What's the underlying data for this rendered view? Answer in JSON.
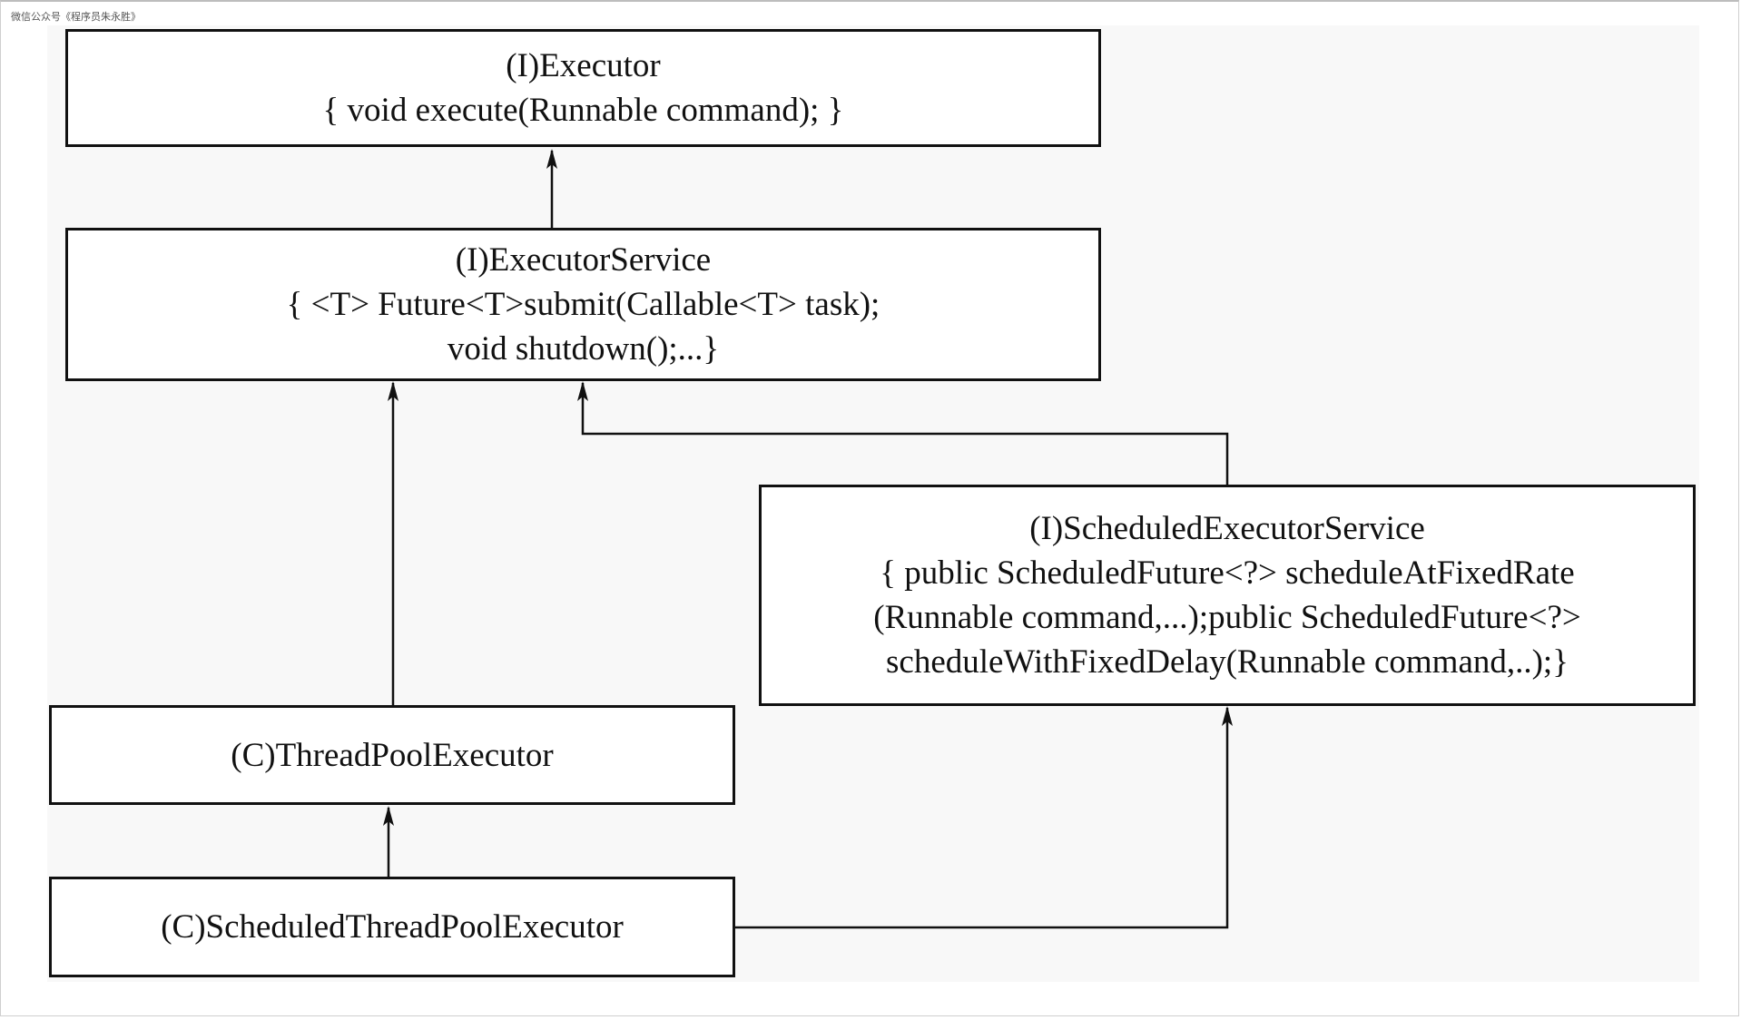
{
  "watermark": "微信公众号《程序员朱永胜》",
  "nodes": {
    "executor": {
      "lines": [
        "(I)Executor",
        "{ void execute(Runnable command); }"
      ]
    },
    "executor_service": {
      "lines": [
        "(I)ExecutorService",
        "{ <T> Future<T>submit(Callable<T> task);",
        "void shutdown();...}"
      ]
    },
    "scheduled_executor_service": {
      "lines": [
        "(I)ScheduledExecutorService",
        "{ public ScheduledFuture<?> scheduleAtFixedRate",
        "(Runnable command,...);public ScheduledFuture<?>",
        "scheduleWithFixedDelay(Runnable command,..);}"
      ]
    },
    "thread_pool_executor": {
      "lines": [
        "(C)ThreadPoolExecutor"
      ]
    },
    "scheduled_thread_pool_executor": {
      "lines": [
        "(C)ScheduledThreadPoolExecutor"
      ]
    }
  },
  "edges": [
    {
      "from": "executor_service",
      "to": "executor"
    },
    {
      "from": "thread_pool_executor",
      "to": "executor_service"
    },
    {
      "from": "scheduled_executor_service",
      "to": "executor_service"
    },
    {
      "from": "scheduled_thread_pool_executor",
      "to": "thread_pool_executor"
    },
    {
      "from": "scheduled_thread_pool_executor",
      "to": "scheduled_executor_service"
    }
  ],
  "colors": {
    "stroke": "#111111",
    "box_fill": "#ffffff",
    "background": "#f8f8f8"
  }
}
